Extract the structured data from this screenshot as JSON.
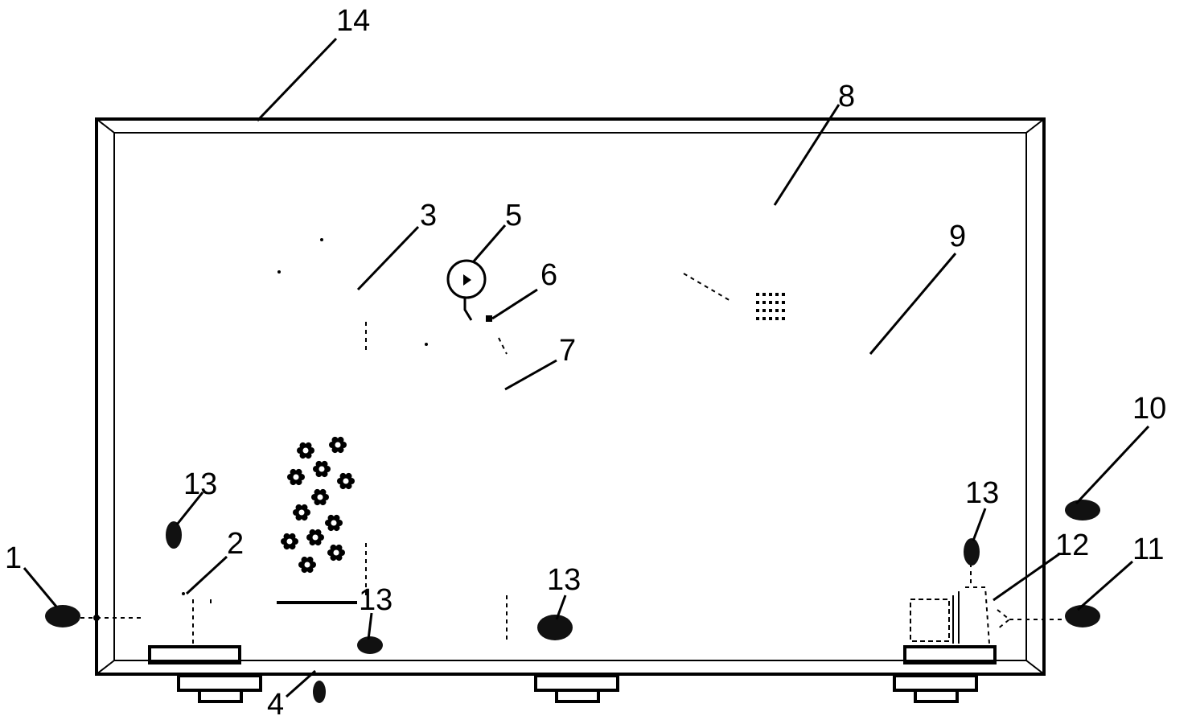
{
  "callouts": {
    "c1": "1",
    "c2": "2",
    "c3": "3",
    "c4": "4",
    "c5": "5",
    "c6": "6",
    "c7": "7",
    "c8": "8",
    "c9": "9",
    "c10": "10",
    "c11": "11",
    "c12": "12",
    "c13": "13",
    "c14": "14"
  },
  "colors": {
    "line": "#000000",
    "background": "#ffffff",
    "fill": "#111111"
  }
}
